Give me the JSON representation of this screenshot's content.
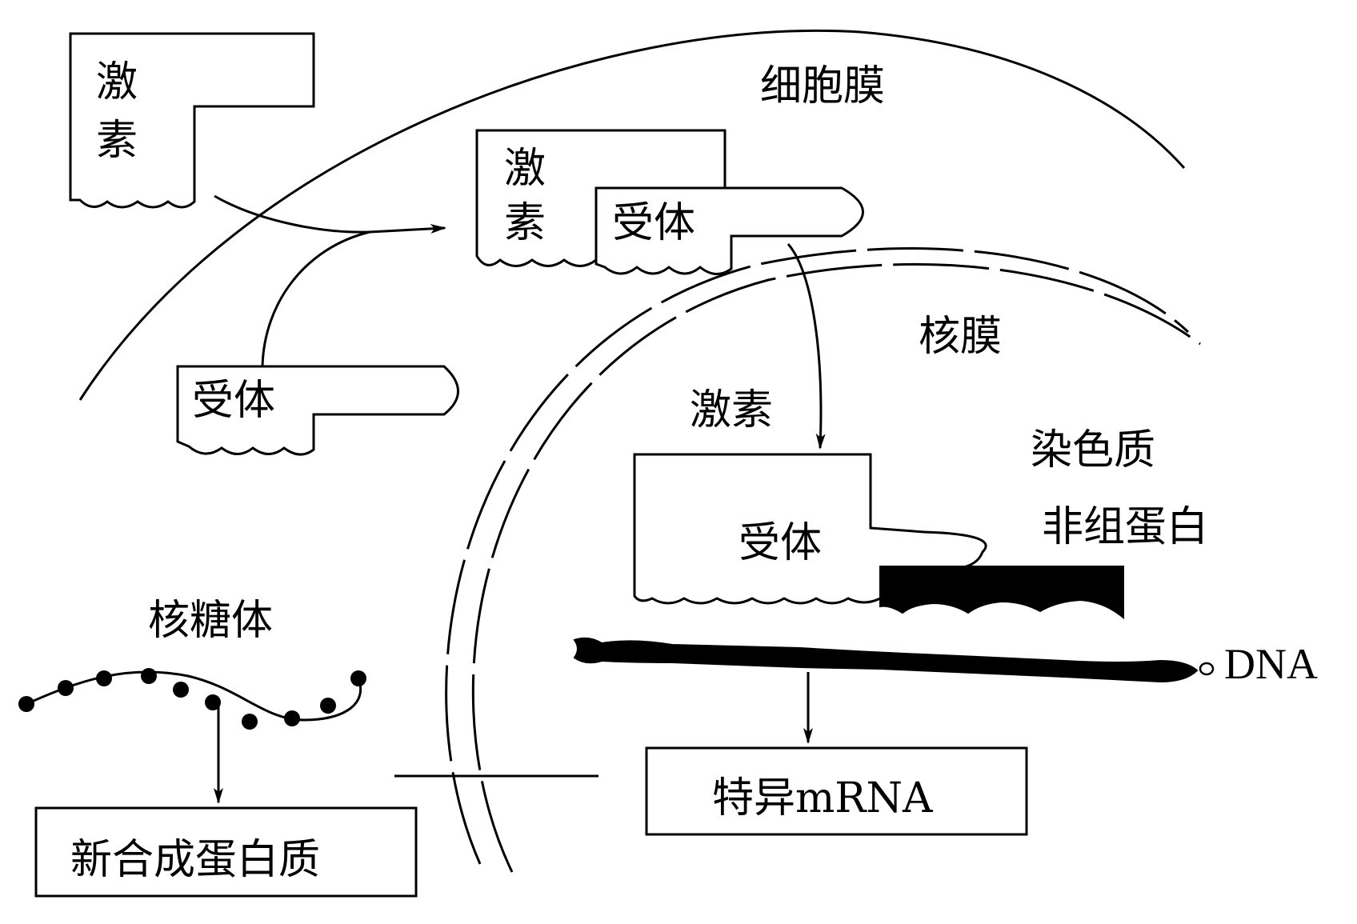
{
  "labels": {
    "hormone_outside": [
      "激",
      "素"
    ],
    "receptor_outside": "受体",
    "cell_membrane": "细胞膜",
    "complex_hormone": [
      "激",
      "素"
    ],
    "complex_receptor": "受体",
    "nuclear_membrane": "核膜",
    "nucleus_hormone": "激素",
    "chromatin": "染色质",
    "nonhistone": "非组蛋白",
    "nucleus_receptor": "受体",
    "dna": "DNA",
    "ribosome": "核糖体",
    "mrna": "特异mRNA",
    "new_protein": "新合成蛋白质"
  }
}
